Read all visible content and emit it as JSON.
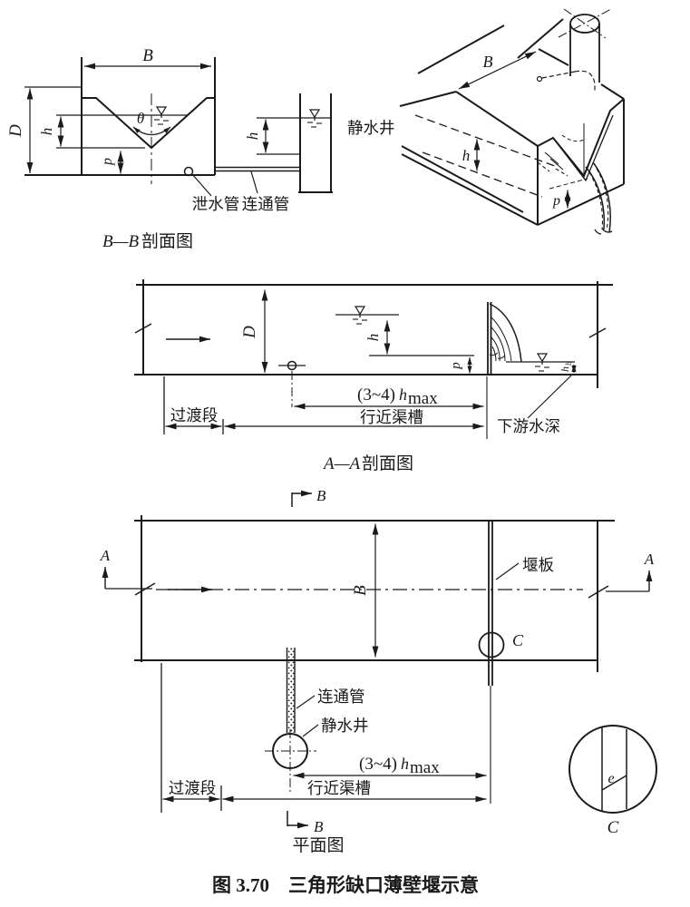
{
  "colors": {
    "ink": "#1a1a1a",
    "bg": "#ffffff"
  },
  "caption": "图 3.70　三角形缺口薄壁堰示意",
  "bb": {
    "title_letters": "B—B",
    "title_text": "剖面图",
    "dim_width": "B",
    "dim_depth": "D",
    "dim_head": "h",
    "dim_crest": "p",
    "angle": "θ",
    "drain_pipe": "泄水管",
    "connecting_pipe": "连通管",
    "stilling_well": "静水井",
    "well_head": "h"
  },
  "iso": {
    "dim_width": "B",
    "dim_head": "h",
    "dim_crest": "p"
  },
  "aa": {
    "title_letters": "A—A",
    "title_text": "剖面图",
    "dim_depth": "D",
    "dim_head": "h",
    "dim_crest": "p",
    "hmax_prefix": "(3~4)",
    "hmax_h": "h",
    "hmax_sub": "max",
    "transition": "过渡段",
    "approach": "行近渠槽",
    "downstream": "下游水深",
    "tail_h": "h",
    "tail_sub": "b"
  },
  "plan": {
    "title": "平面图",
    "section_b": "B",
    "section_a": "A",
    "dim_width": "B",
    "weir_plate": "堰板",
    "detail_ref": "C",
    "connecting_pipe": "连通管",
    "stilling_well": "静水井",
    "hmax_prefix": "(3~4)",
    "hmax_h": "h",
    "hmax_sub": "max",
    "transition": "过渡段",
    "approach": "行近渠槽"
  },
  "detail": {
    "edge": "e",
    "label": "C"
  }
}
